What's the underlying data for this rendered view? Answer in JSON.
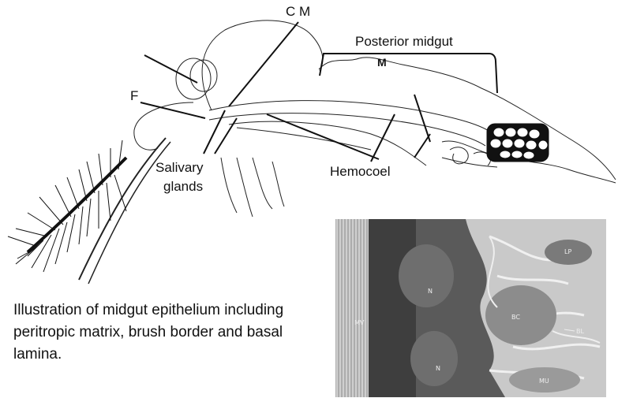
{
  "labels": {
    "cm": "C M",
    "posterior_midgut": "Posterior midgut",
    "f": "F",
    "m": "M",
    "salivary_1": "Salivary",
    "salivary_2": "glands",
    "hemocoel": "Hemocoel"
  },
  "micrograph_labels": {
    "mv": "MV",
    "n1": "N",
    "n2": "N",
    "bc": "BC",
    "bl": "BL",
    "mu": "MU",
    "lp": "LP"
  },
  "caption": "Illustration of midgut epithelium including peritropic matrix, brush border and basal lamina.",
  "colors": {
    "line": "#111111",
    "micrograph_dark": "#4a4a4a",
    "micrograph_light": "#d8d8d8"
  }
}
